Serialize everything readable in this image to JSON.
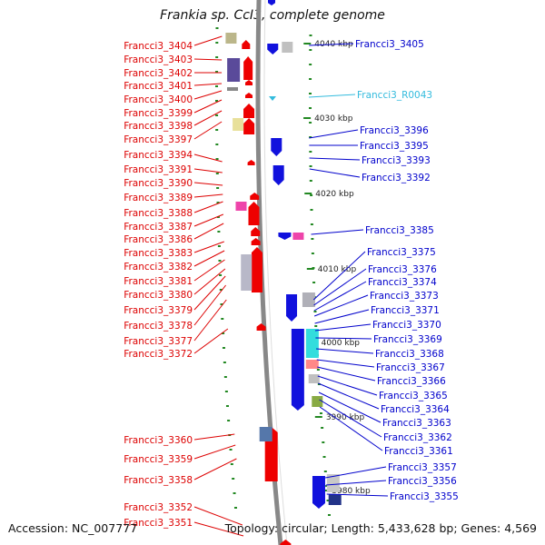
{
  "title": "Frankia sp. CcI3, complete genome",
  "footer": {
    "accession": "Accession: NC_007777",
    "topology": "Topology: circular; Length: 5,433,628 bp; Genes: 4,569"
  },
  "colors": {
    "plus_strand": "#ee0000",
    "minus_strand": "#1111dd",
    "rna": "#33bbdd",
    "backbone": "#888888",
    "tick": "#228822"
  },
  "scale_labels": [
    "4040 kbp",
    "4030 kbp",
    "4020 kbp",
    "4010 kbp",
    "4000 kbp",
    "3990 kbp",
    "3980 kbp"
  ],
  "left_genes": [
    "Francci3_3404",
    "Francci3_3403",
    "Francci3_3402",
    "Francci3_3401",
    "Francci3_3400",
    "Francci3_3399",
    "Francci3_3398",
    "Francci3_3397",
    "Francci3_3394",
    "Francci3_3391",
    "Francci3_3390",
    "Francci3_3389",
    "Francci3_3388",
    "Francci3_3387",
    "Francci3_3386",
    "Francci3_3383",
    "Francci3_3382",
    "Francci3_3381",
    "Francci3_3380",
    "Francci3_3379",
    "Francci3_3378",
    "Francci3_3377",
    "Francci3_3372",
    "Francci3_3360",
    "Francci3_3359",
    "Francci3_3358",
    "Francci3_3352",
    "Francci3_3351"
  ],
  "right_genes": [
    "Francci3_3405",
    "Francci3_R0043",
    "Francci3_3396",
    "Francci3_3395",
    "Francci3_3393",
    "Francci3_3392",
    "Francci3_3385",
    "Francci3_3375",
    "Francci3_3376",
    "Francci3_3374",
    "Francci3_3373",
    "Francci3_3371",
    "Francci3_3370",
    "Francci3_3369",
    "Francci3_3368",
    "Francci3_3367",
    "Francci3_3366",
    "Francci3_3365",
    "Francci3_3364",
    "Francci3_3363",
    "Francci3_3362",
    "Francci3_3361",
    "Francci3_3357",
    "Francci3_3356",
    "Francci3_3355"
  ]
}
